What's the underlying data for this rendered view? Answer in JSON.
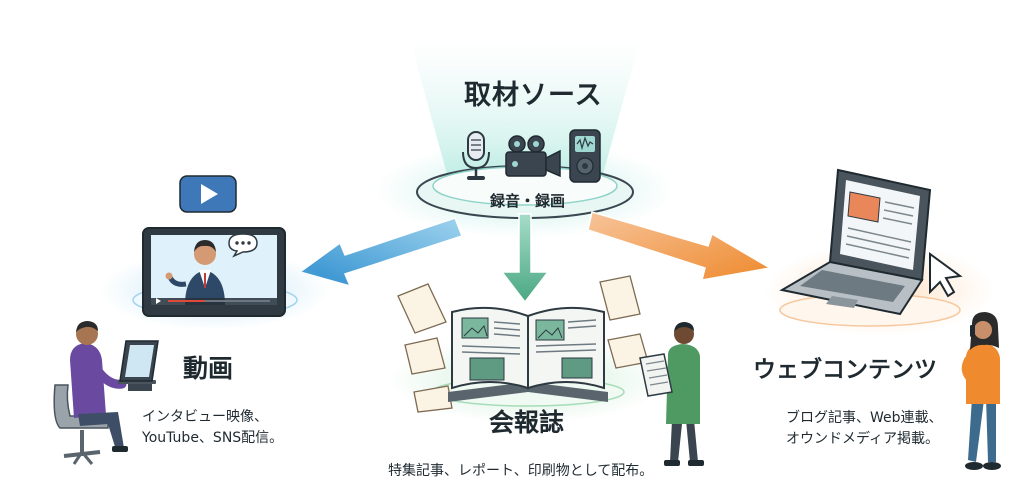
{
  "source": {
    "title": "取材ソース",
    "caption": "録音・録画",
    "icons": [
      "microphone-icon",
      "video-camera-icon",
      "audio-recorder-icon"
    ]
  },
  "outputs": {
    "video": {
      "label": "動画",
      "desc_line1": "インタビュー映像、",
      "desc_line2": "YouTube、SNS配信。"
    },
    "newsletter": {
      "label": "会報誌",
      "desc_line1": "特集記事、レポート、印刷物として配布。"
    },
    "web": {
      "label": "ウェブコンテンツ",
      "desc_line1": "ブログ記事、Web連載、",
      "desc_line2": "オウンドメディア掲載。"
    }
  },
  "colors": {
    "video_arrow": "#3aa0d8",
    "newsletter_arrow": "#5fb89a",
    "web_arrow": "#f0913a",
    "glow_teal": "#7fd8cf",
    "outline": "#3b4750"
  }
}
